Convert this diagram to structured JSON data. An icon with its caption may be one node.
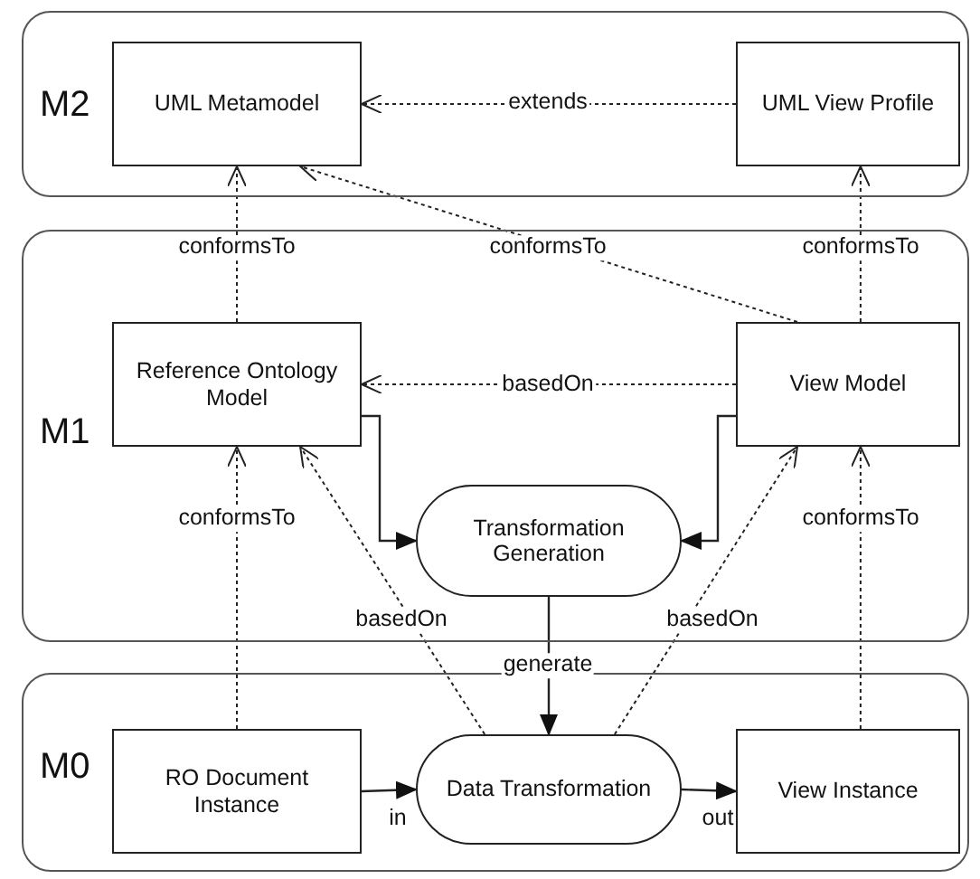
{
  "diagram": {
    "nodes": [
      {
        "text": [
          "M2"
        ]
      },
      {
        "text": [
          "UML Metamodel"
        ],
        "in": 0
      },
      {
        "text": [
          "UML View Profile"
        ],
        "in": 0
      },
      {
        "text": [
          "M1"
        ]
      },
      {
        "text": [
          "Reference Ontology Model"
        ],
        "in": 3
      },
      {
        "text": [
          "View Model"
        ],
        "in": 3
      },
      {
        "text": [
          "Transformation Generation"
        ],
        "in": 3
      },
      {
        "text": [
          "M0"
        ]
      },
      {
        "text": [
          "RO Document Instance"
        ],
        "in": 7
      },
      {
        "text": [
          "Data Transformation"
        ],
        "in": 7
      },
      {
        "text": [
          "View Instance"
        ],
        "in": 7
      }
    ],
    "edges": [
      {
        "from": 2,
        "to": 1,
        "arrow": "to",
        "label": "extends",
        "style": "dashed"
      },
      {
        "from": 4,
        "to": 1,
        "arrow": "to",
        "label": "conformsTo",
        "style": "dashed"
      },
      {
        "from": 5,
        "to": 1,
        "arrow": "to",
        "label": "conformsTo",
        "style": "dashed"
      },
      {
        "from": 5,
        "to": 2,
        "arrow": "to",
        "label": "conformsTo",
        "style": "dashed"
      },
      {
        "from": 5,
        "to": 4,
        "arrow": "to",
        "label": "basedOn",
        "style": "dashed"
      },
      {
        "from": 4,
        "to": 6,
        "arrow": "to"
      },
      {
        "from": 5,
        "to": 6,
        "arrow": "to"
      },
      {
        "from": 8,
        "to": 4,
        "arrow": "to",
        "label": "conformsTo",
        "style": "dashed"
      },
      {
        "from": 9,
        "to": 4,
        "arrow": "to",
        "label": "basedOn",
        "style": "dashed"
      },
      {
        "from": 9,
        "to": 5,
        "arrow": "to",
        "label": "basedOn",
        "style": "dashed"
      },
      {
        "from": 10,
        "to": 5,
        "arrow": "to",
        "label": "conformsTo",
        "style": "dashed"
      },
      {
        "from": 6,
        "to": 9,
        "arrow": "to",
        "label": "generate"
      },
      {
        "from": 8,
        "to": 9,
        "arrow": "to",
        "label": "in"
      },
      {
        "from": 9,
        "to": 10,
        "arrow": "to",
        "label": "out"
      }
    ]
  }
}
